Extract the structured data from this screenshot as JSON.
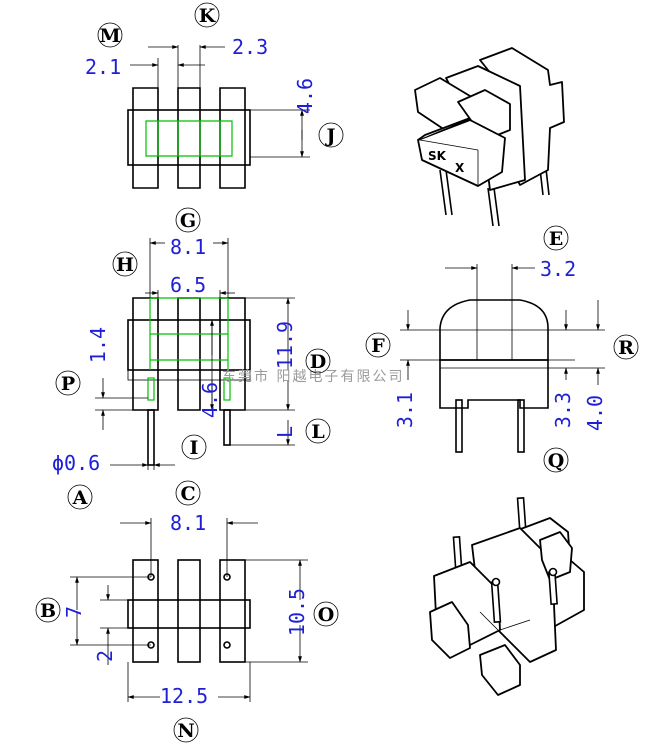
{
  "dimensions": {
    "m": "2.1",
    "k": "2.3",
    "j": "4.6",
    "g": "8.1",
    "h": "6.5",
    "p": "1.4",
    "i": "4.6",
    "d": "11.9",
    "l": "L",
    "a": "ϕ0.6",
    "e": "3.2",
    "f": "3.1",
    "q": "3.3",
    "r": "4.0",
    "c": "8.1",
    "b_seven": "7",
    "b_two": "2",
    "o": "10.5",
    "n": "12.5"
  },
  "callouts": {
    "M": "M",
    "K": "K",
    "J": "J",
    "G": "G",
    "H": "H",
    "D": "D",
    "P": "P",
    "I": "I",
    "L": "L",
    "A": "A",
    "E": "E",
    "F": "F",
    "R": "R",
    "Q": "Q",
    "C": "C",
    "B": "B",
    "O": "O",
    "N": "N"
  },
  "watermark": "东莞市 阳越电子有限公司",
  "product_marking": {
    "left": "SK",
    "right": "X"
  },
  "colors": {
    "dimension": "#1f1fd6",
    "highlight": "#00c000",
    "outline": "#000000"
  }
}
